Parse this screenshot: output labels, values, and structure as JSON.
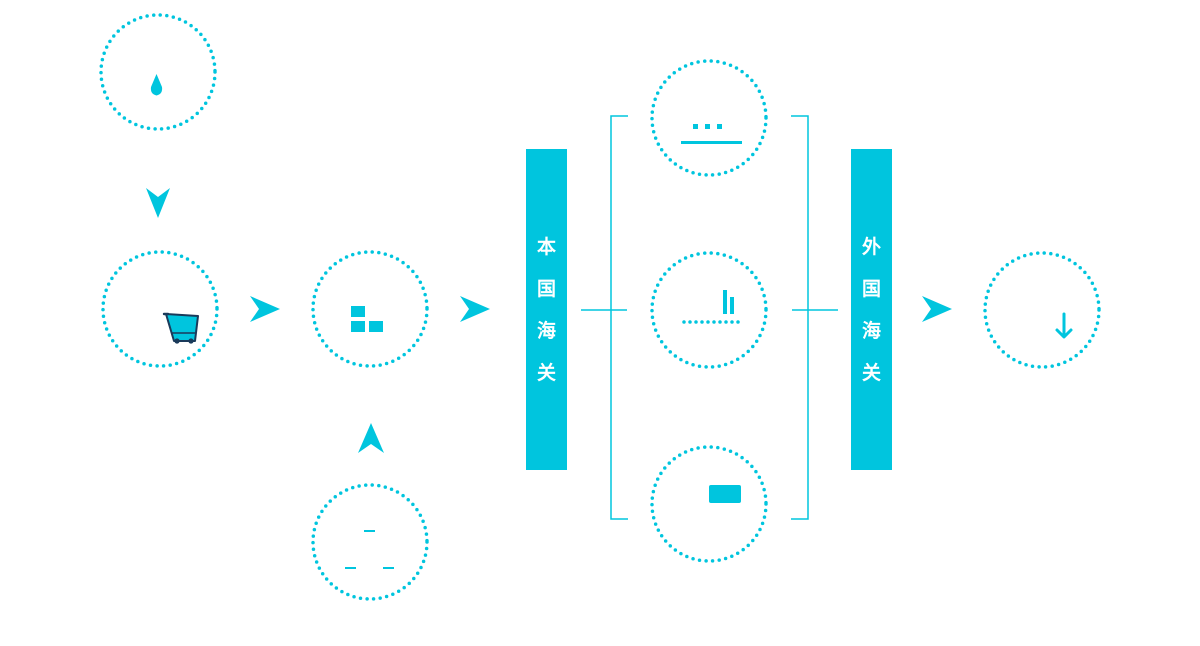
{
  "colors": {
    "accent": "#00c5de",
    "dark": "#1a3a5a",
    "background": "#ffffff",
    "bar_text": "#ffffff"
  },
  "nodes": {
    "top_left": {
      "icon": "drop-icon"
    },
    "cart": {
      "icon": "shopping-cart-icon"
    },
    "warehouse": {
      "icon": "boxes-icon"
    },
    "bottom": {
      "icon": "dashes-icon"
    },
    "top_right": {
      "icon": "dots-line-icon"
    },
    "middle_right": {
      "icon": "bar-chart-icon"
    },
    "bottom_right": {
      "icon": "rectangle-icon"
    },
    "final": {
      "icon": "down-arrow-icon"
    }
  },
  "customs": {
    "domestic": {
      "chars": [
        "本",
        "国",
        "海",
        "关"
      ]
    },
    "foreign": {
      "chars": [
        "外",
        "国",
        "海",
        "关"
      ]
    }
  }
}
